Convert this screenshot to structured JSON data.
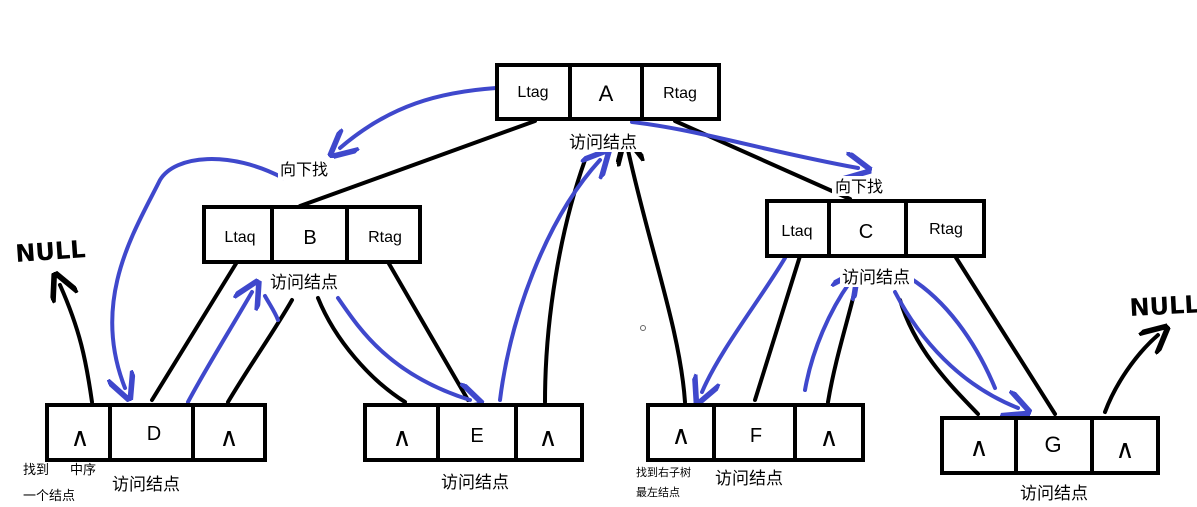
{
  "nodes": {
    "A": {
      "ltag": "Ltag",
      "value": "A",
      "rtag": "Rtag"
    },
    "B": {
      "ltag": "Ltaq",
      "value": "B",
      "rtag": "Rtag"
    },
    "C": {
      "ltag": "Ltaq",
      "value": "C",
      "rtag": "Rtag"
    },
    "D": {
      "left": "∧",
      "value": "D",
      "right": "∧"
    },
    "E": {
      "left": "∧",
      "value": "E",
      "right": "∧"
    },
    "F": {
      "left": "∧",
      "value": "F",
      "right": "∧"
    },
    "G": {
      "left": "∧",
      "value": "G",
      "right": "∧"
    }
  },
  "labels": {
    "visit": "访问结点",
    "go_down": "向下找",
    "null": "NULL",
    "find_inorder_line1": "找到",
    "find_inorder_line1b": "中序",
    "find_inorder_line2": "一个结点",
    "find_right_line1": "找到右子树",
    "find_right_line2": "最左结点"
  },
  "colors": {
    "arrow": "#3f48cc",
    "line": "#000000"
  }
}
